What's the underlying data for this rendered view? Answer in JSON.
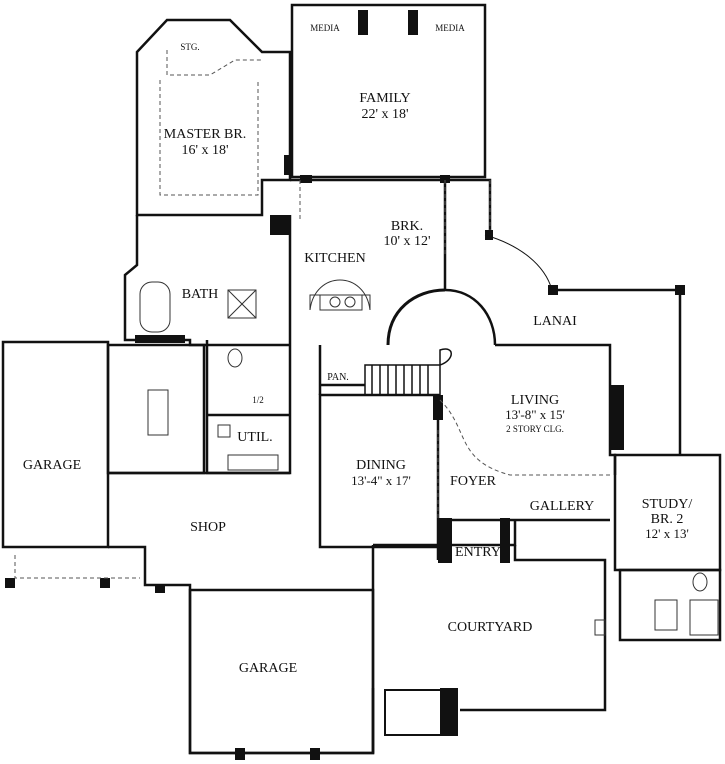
{
  "rooms": {
    "stg": "STG.",
    "master_br": "MASTER BR.",
    "master_br_size": "16' x 18'",
    "media_left": "MEDIA",
    "media_right": "MEDIA",
    "family": "FAMILY",
    "family_size": "22' x 18'",
    "brk": "BRK.",
    "brk_size": "10' x 12'",
    "kitchen": "KITCHEN",
    "bath": "BATH",
    "lanai": "LANAI",
    "pan": "PAN.",
    "half_bath": "1/2",
    "util": "UTIL.",
    "living": "LIVING",
    "living_size": "13'-8\" x 15'",
    "living_note": "2 STORY CLG.",
    "garage_left": "GARAGE",
    "dining": "DINING",
    "dining_size": "13'-4\" x 17'",
    "foyer": "FOYER",
    "gallery": "GALLERY",
    "study": "STUDY/",
    "study_sub": "BR. 2",
    "study_size": "12' x 13'",
    "shop": "SHOP",
    "entry": "ENTRY",
    "courtyard": "COURTYARD",
    "garage_bottom": "GARAGE"
  },
  "colors": {
    "wall": "#111111",
    "dashed": "#555555",
    "fixture": "#333333"
  }
}
